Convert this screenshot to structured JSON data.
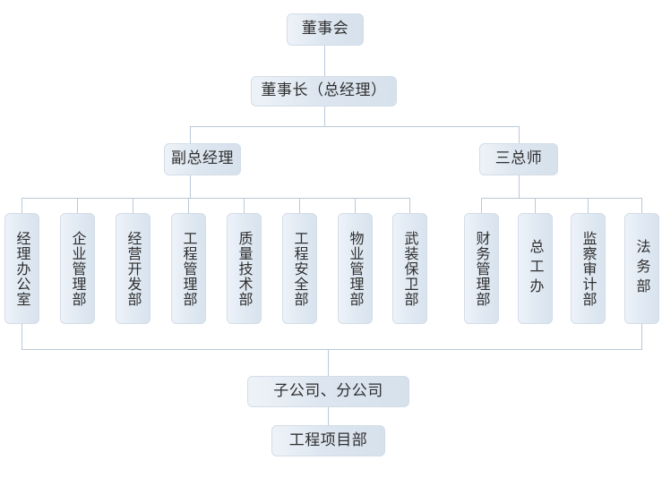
{
  "document": {
    "title": "组织架构图",
    "type": "organization-chart",
    "background_color": "#ffffff",
    "node_fill_color": "#dde6f0",
    "node_border_color": "#d3dde8",
    "connector_color": "#b9c9d9",
    "text_color": "#2f2f2f"
  },
  "nodes": {
    "board": {
      "label": "董事会"
    },
    "chairman": {
      "label": "董事长（总经理）"
    },
    "deputy_gm": {
      "label": "副总经理"
    },
    "three_chiefs": {
      "label": "三总师"
    },
    "subsidiaries": {
      "label": "子公司、分公司"
    },
    "project_dept": {
      "label": "工程项目部"
    }
  },
  "departments_left": [
    {
      "label": "经理办公室",
      "spaced": false
    },
    {
      "label": "企业管理部",
      "spaced": false
    },
    {
      "label": "经营开发部",
      "spaced": false
    },
    {
      "label": "工程管理部",
      "spaced": false
    },
    {
      "label": "质量技术部",
      "spaced": false
    },
    {
      "label": "工程安全部",
      "spaced": false
    },
    {
      "label": "物业管理部",
      "spaced": false
    },
    {
      "label": "武装保卫部",
      "spaced": false
    }
  ],
  "departments_right": [
    {
      "label": "财务管理部",
      "spaced": false
    },
    {
      "label": "总工办",
      "spaced": true
    },
    {
      "label": "监察审计部",
      "spaced": false
    },
    {
      "label": "法务部",
      "spaced": true
    }
  ]
}
